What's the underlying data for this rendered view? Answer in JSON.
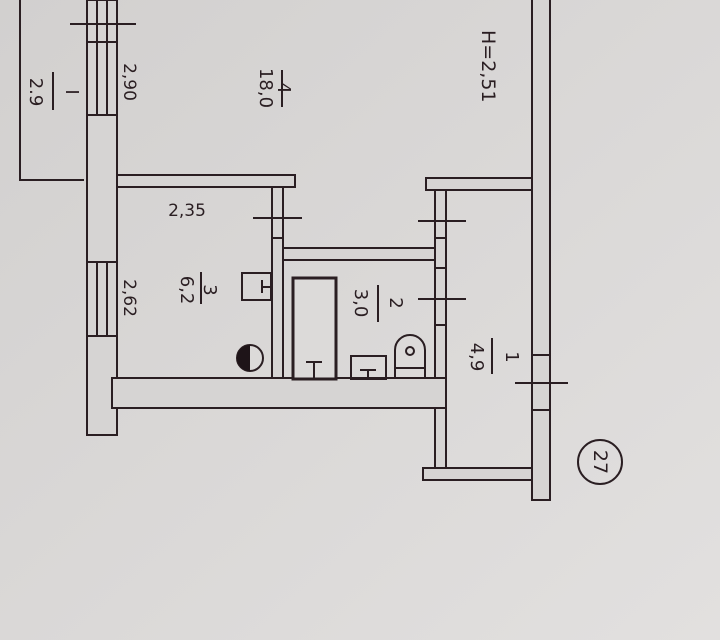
{
  "plan": {
    "height_label": "H=2,51",
    "rooms": [
      {
        "number": "4",
        "area": "18,0"
      },
      {
        "number": "3",
        "area": "6,2"
      },
      {
        "number": "2",
        "area": "3,0"
      },
      {
        "number": "1",
        "area": "4,9"
      }
    ],
    "annex": {
      "number": "I",
      "area": "2.9"
    },
    "dimensions": [
      "2,90",
      "2,35",
      "2,62"
    ],
    "apartment_number": "27",
    "colors": {
      "paper": "#dcdad9",
      "ink": "#2a1e22"
    }
  }
}
